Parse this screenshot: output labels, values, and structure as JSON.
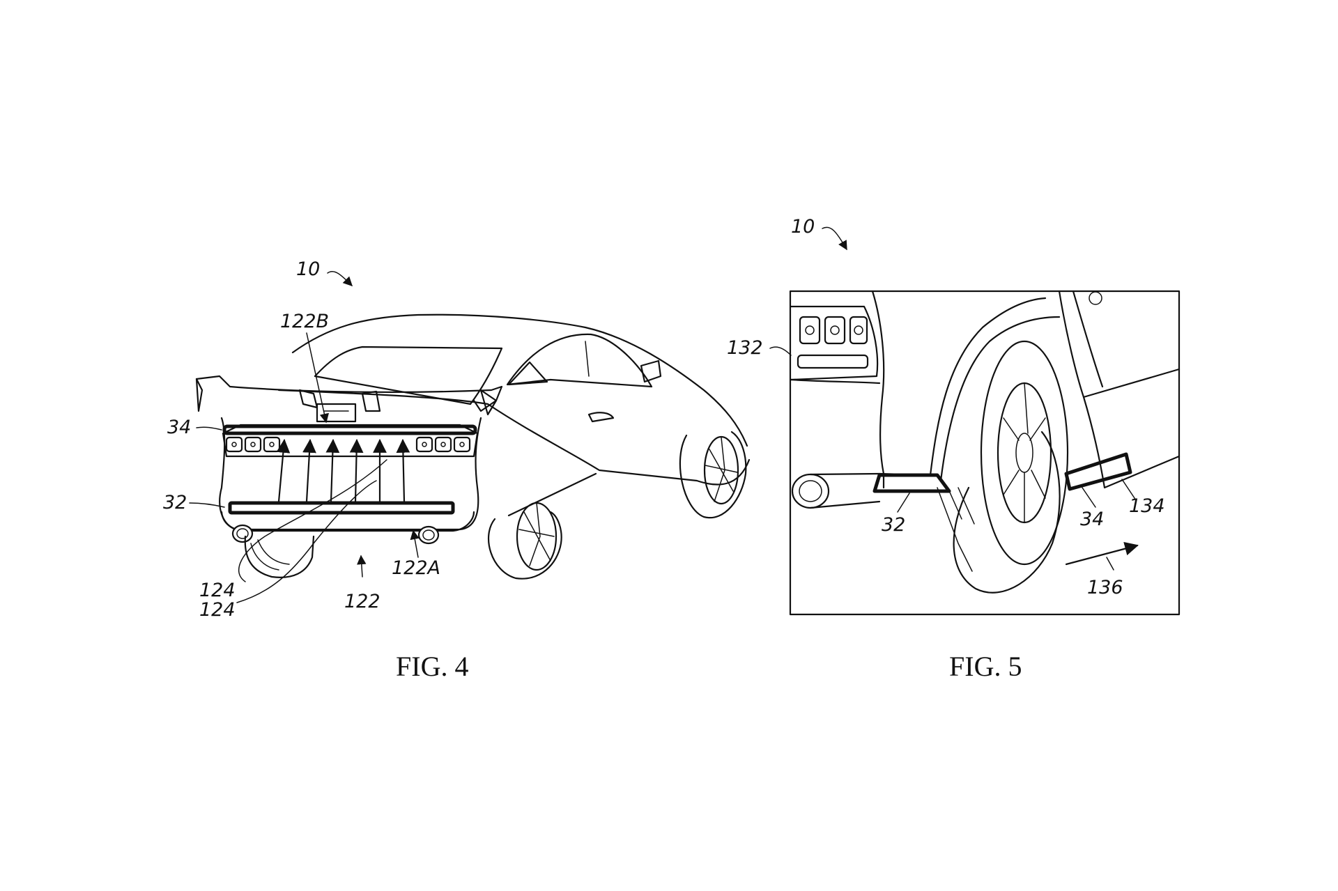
{
  "figures": {
    "fig4": {
      "caption": "FIG. 4",
      "refs": {
        "vehicle": "10",
        "upper_zone": "122B",
        "upper_lamp": "34",
        "lower_lamp": "32",
        "lower_zone": "122A",
        "projection_area": "122",
        "beam_a": "124",
        "beam_b": "124"
      }
    },
    "fig5": {
      "caption": "FIG. 5",
      "refs": {
        "vehicle": "10",
        "tail_light": "132",
        "front_lamp": "32",
        "rear_lamp": "34",
        "side_panel": "134",
        "direction": "136"
      }
    }
  }
}
